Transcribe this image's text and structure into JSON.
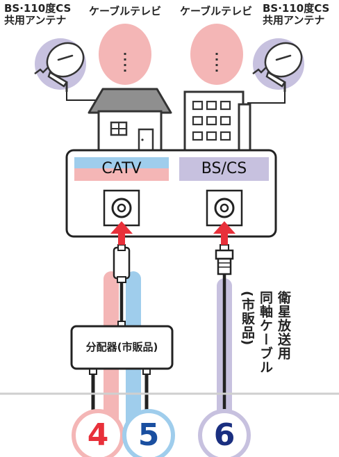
{
  "labels": {
    "bs_left": "BS·110度CS",
    "bs_left_sub": "共用アンテナ",
    "cable_left": "ケーブルテレビ",
    "cable_right": "ケーブルテレビ",
    "bs_right": "BS·110度CS",
    "bs_right_sub": "共用アンテナ"
  },
  "panel": {
    "catv": "CATV",
    "bscs": "BS/CS"
  },
  "splitter": {
    "label": "分配器(市販品)"
  },
  "cable_note": {
    "line1": "衛星放送用",
    "line2": "同軸ケーブル",
    "line3": "(市販品)"
  },
  "numbers": {
    "n4": "4",
    "n5": "5",
    "n6": "6"
  },
  "colors": {
    "pink": "#f4b6b6",
    "blue": "#9fcdec",
    "lavender": "#c7c1df",
    "red": "#e8303a",
    "dark_blue": "#1a4fa0",
    "navy": "#1a2f80"
  }
}
